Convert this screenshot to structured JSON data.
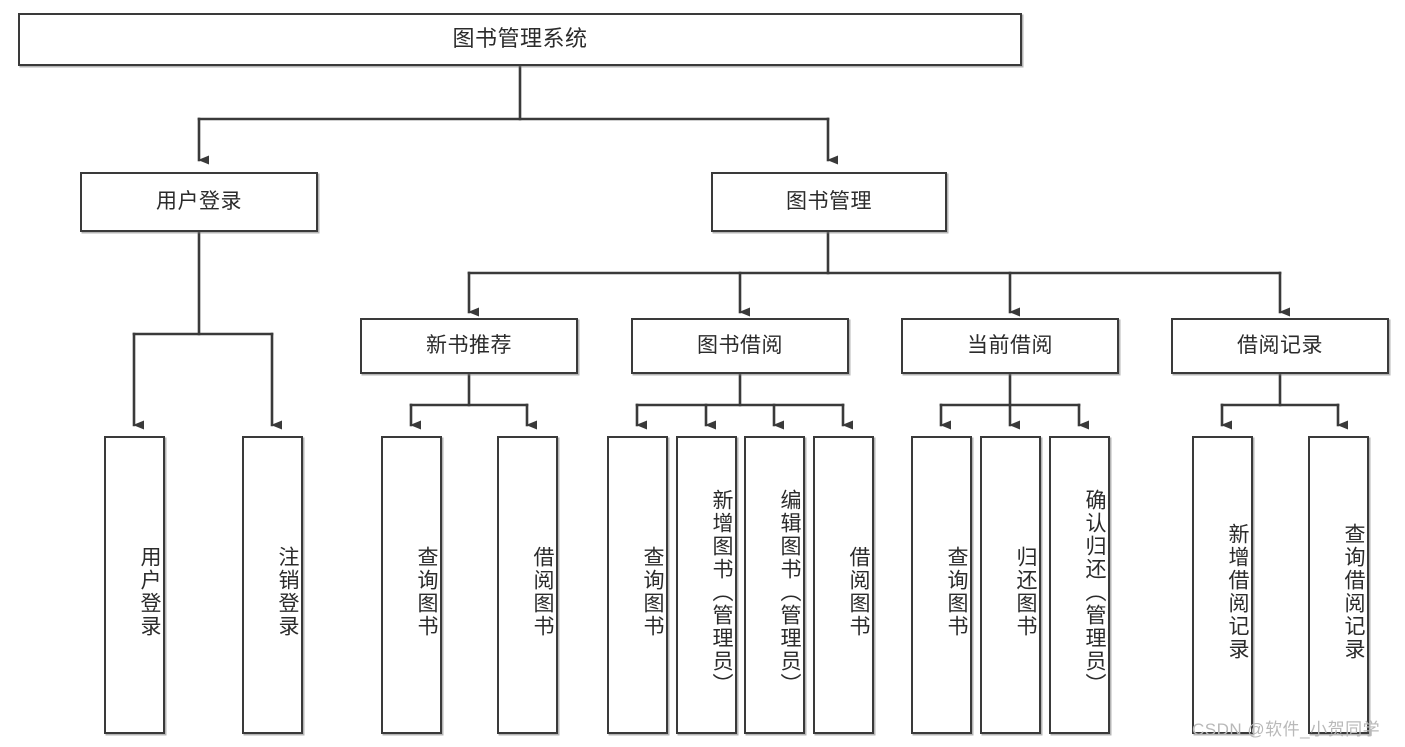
{
  "diagram": {
    "type": "tree-hierarchy-flowchart",
    "title": "图书管理系统",
    "orientation": "top-down",
    "stroke_color": "#3a3a3a",
    "text_color": "#2b2b2b",
    "background_color": "#ffffff",
    "levels": [
      {
        "level": 1,
        "nodes": [
          {
            "id": "root",
            "label": "图书管理系统",
            "text_direction": "horizontal"
          }
        ]
      },
      {
        "level": 2,
        "nodes": [
          {
            "id": "login",
            "label": "用户登录",
            "text_direction": "horizontal",
            "parent": "root"
          },
          {
            "id": "bookmgmt",
            "label": "图书管理",
            "text_direction": "horizontal",
            "parent": "root"
          }
        ]
      },
      {
        "level": 3,
        "nodes": [
          {
            "id": "newbook",
            "label": "新书推荐",
            "text_direction": "horizontal",
            "parent": "bookmgmt"
          },
          {
            "id": "borrow",
            "label": "图书借阅",
            "text_direction": "horizontal",
            "parent": "bookmgmt"
          },
          {
            "id": "current",
            "label": "当前借阅",
            "text_direction": "horizontal",
            "parent": "bookmgmt"
          },
          {
            "id": "record",
            "label": "借阅记录",
            "text_direction": "horizontal",
            "parent": "bookmgmt"
          }
        ]
      },
      {
        "level": 4,
        "nodes": [
          {
            "id": "leaf1",
            "label": "用户登录",
            "text_direction": "vertical",
            "parent": "login"
          },
          {
            "id": "leaf2",
            "label": "注销登录",
            "text_direction": "vertical",
            "parent": "login"
          },
          {
            "id": "leaf3",
            "label": "查询图书",
            "text_direction": "vertical",
            "parent": "newbook"
          },
          {
            "id": "leaf4",
            "label": "借阅图书",
            "text_direction": "vertical",
            "parent": "newbook"
          },
          {
            "id": "leaf5",
            "label": "查询图书",
            "text_direction": "vertical",
            "parent": "borrow"
          },
          {
            "id": "leaf6",
            "label": "新增图书（管理员）",
            "text_direction": "vertical",
            "parent": "borrow"
          },
          {
            "id": "leaf7",
            "label": "编辑图书（管理员）",
            "text_direction": "vertical",
            "parent": "borrow"
          },
          {
            "id": "leaf8",
            "label": "借阅图书",
            "text_direction": "vertical",
            "parent": "borrow"
          },
          {
            "id": "leaf9",
            "label": "查询图书",
            "text_direction": "vertical",
            "parent": "current"
          },
          {
            "id": "leaf10",
            "label": "归还图书",
            "text_direction": "vertical",
            "parent": "current"
          },
          {
            "id": "leaf11",
            "label": "确认归还（管理员）",
            "text_direction": "vertical",
            "parent": "current"
          },
          {
            "id": "leaf12",
            "label": "新增借阅记录",
            "text_direction": "vertical",
            "parent": "record"
          },
          {
            "id": "leaf13",
            "label": "查询借阅记录",
            "text_direction": "vertical",
            "parent": "record"
          }
        ]
      }
    ]
  },
  "watermark": {
    "text": "CSDN @软件_小贺同学"
  }
}
